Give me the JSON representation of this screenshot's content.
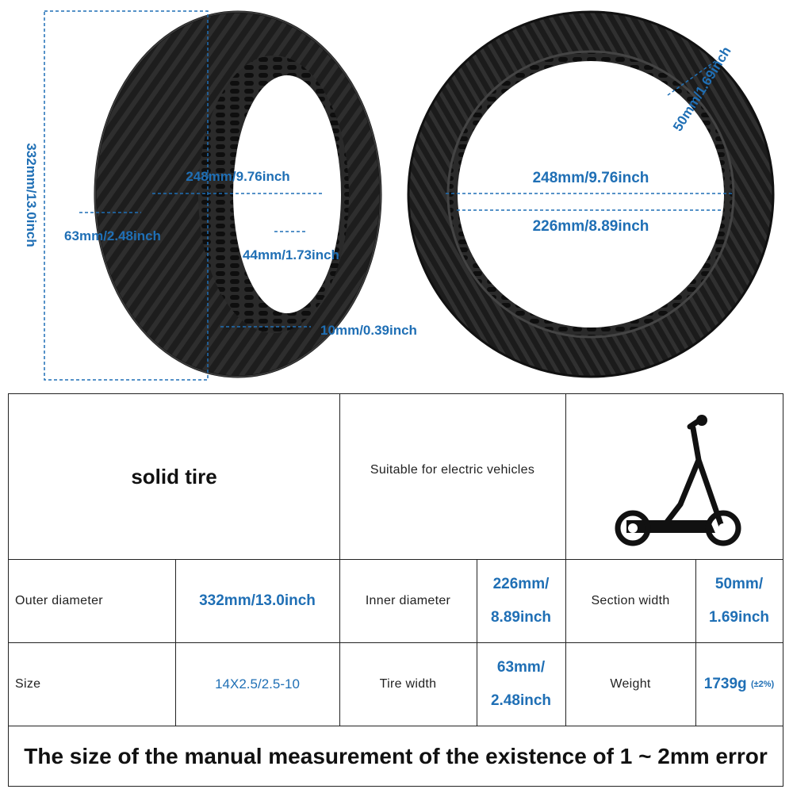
{
  "dimensions": {
    "outer_height": "332mm/13.0inch",
    "left_inner": "248mm/9.76inch",
    "left_width": "63mm/2.48inch",
    "left_hole": "44mm/1.73inch",
    "left_bead": "10mm/0.39inch",
    "right_section": "50mm/1.69inch",
    "right_inner_top": "248mm/9.76inch",
    "right_inner_bottom": "226mm/8.89inch"
  },
  "table": {
    "product_name": "solid tire",
    "suitable": "Suitable for electric vehicles",
    "scooter_icon": "electric-scooter-icon",
    "row1": {
      "outer_label": "Outer diameter",
      "outer_value": "332mm/13.0inch",
      "inner_label": "Inner diameter",
      "inner_value_l1": "226mm/",
      "inner_value_l2": "8.89inch",
      "section_label": "Section width",
      "section_value_l1": "50mm/",
      "section_value_l2": "1.69inch"
    },
    "row2": {
      "size_label": "Size",
      "size_value": "14X2.5/2.5-10",
      "tire_width_label": "Tire width",
      "tire_width_l1": "63mm/",
      "tire_width_l2": "2.48inch",
      "weight_label": "Weight",
      "weight_value": "1739g",
      "weight_tolerance": "(±2%)"
    },
    "note": "The size of the manual measurement of the existence of 1 ~ 2mm error"
  },
  "colors": {
    "accent": "#1f6fb5",
    "tire": "#1c1c1c",
    "border": "#222222"
  }
}
